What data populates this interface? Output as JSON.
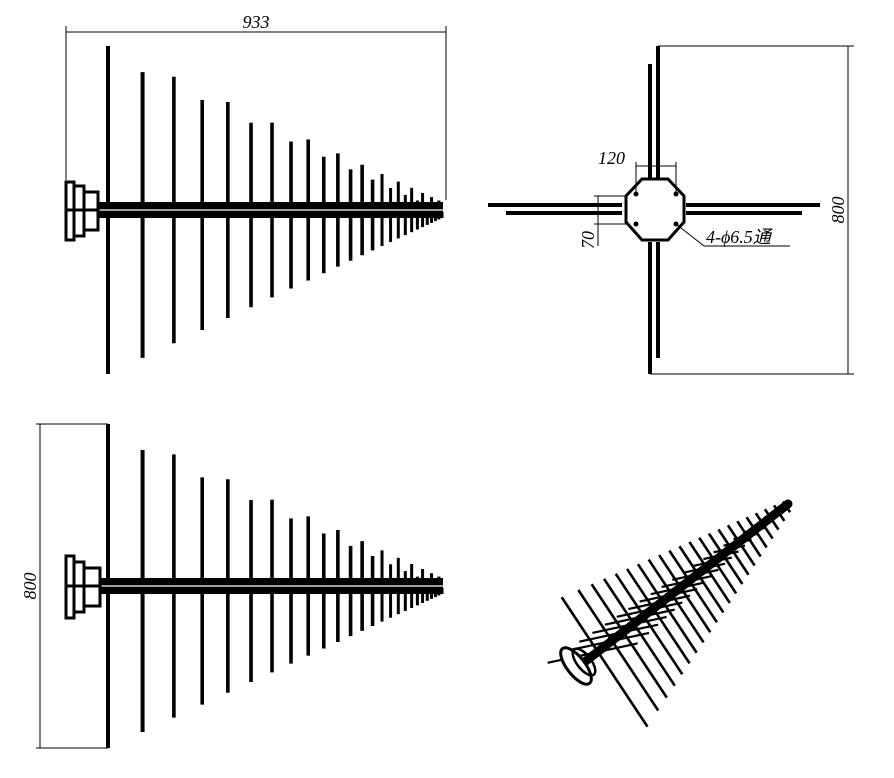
{
  "dimensions": {
    "side_length": "933",
    "top_height": "800",
    "front_boss_spacing": "120",
    "front_bolt_offset": "70",
    "front_hole_note": "4-ϕ6.5通",
    "bottom_height": "800"
  },
  "colors": {
    "line": "#000000",
    "background": "#ffffff"
  }
}
